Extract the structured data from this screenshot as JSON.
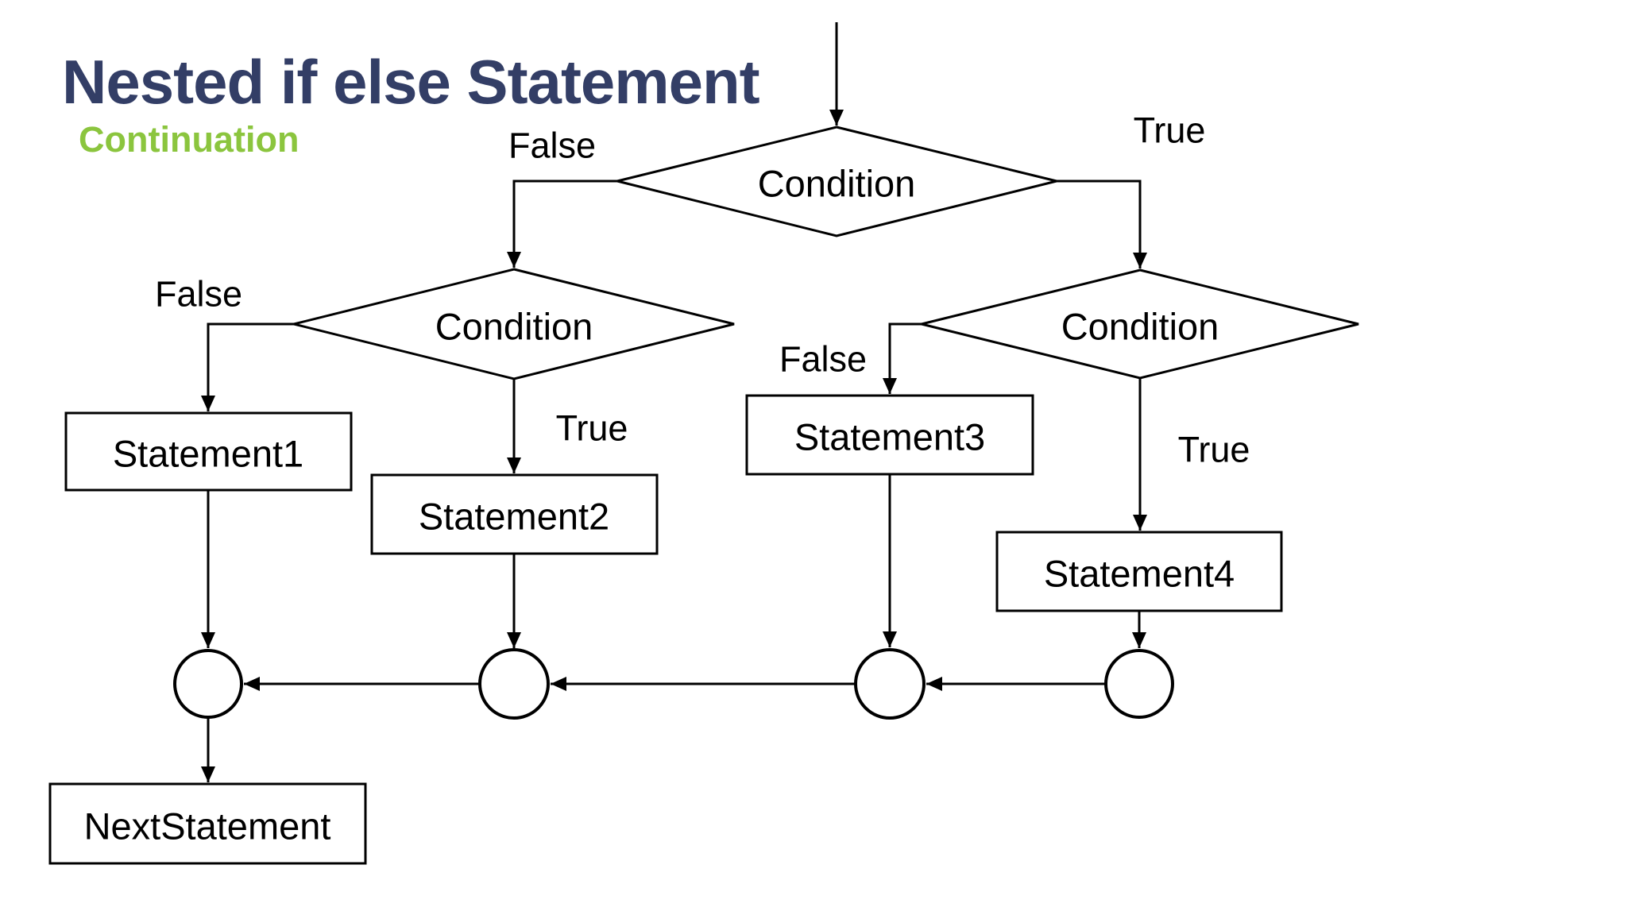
{
  "page": {
    "title": "Nested if else Statement",
    "subtitle": "Continuation"
  },
  "colors": {
    "title": "#333e66",
    "subtitle": "#8bc53e",
    "stroke": "#000000",
    "bg": "#ffffff"
  },
  "nodes": {
    "decision_top": "Condition",
    "decision_left": "Condition",
    "decision_right": "Condition",
    "statement1": "Statement1",
    "statement2": "Statement2",
    "statement3": "Statement3",
    "statement4": "Statement4",
    "next_statement": "NextStatement"
  },
  "branch_labels": {
    "top_false": "False",
    "top_true": "True",
    "left_false": "False",
    "left_true": "True",
    "right_false": "False",
    "right_true": "True"
  }
}
